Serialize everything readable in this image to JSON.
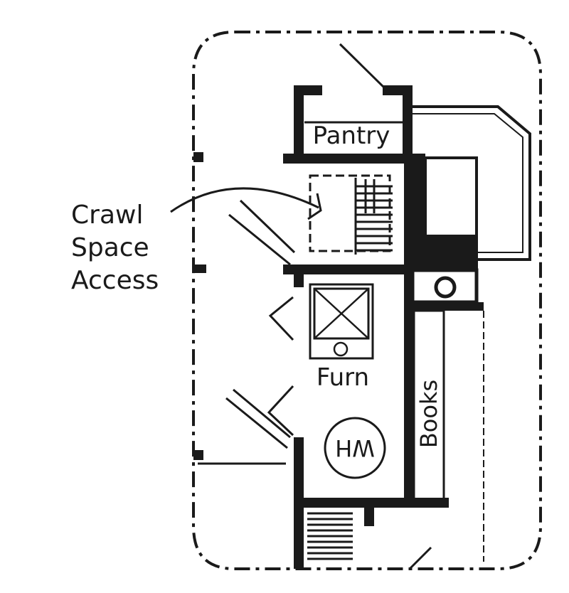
{
  "labels": {
    "pantry": "Pantry",
    "crawl_line1": "Crawl",
    "crawl_line2": "Space",
    "crawl_line3": "Access",
    "furnace": "Furn",
    "water_heater": "WH",
    "books": "Books"
  },
  "colors": {
    "ink": "#1a1a1a",
    "paper": "#ffffff"
  }
}
